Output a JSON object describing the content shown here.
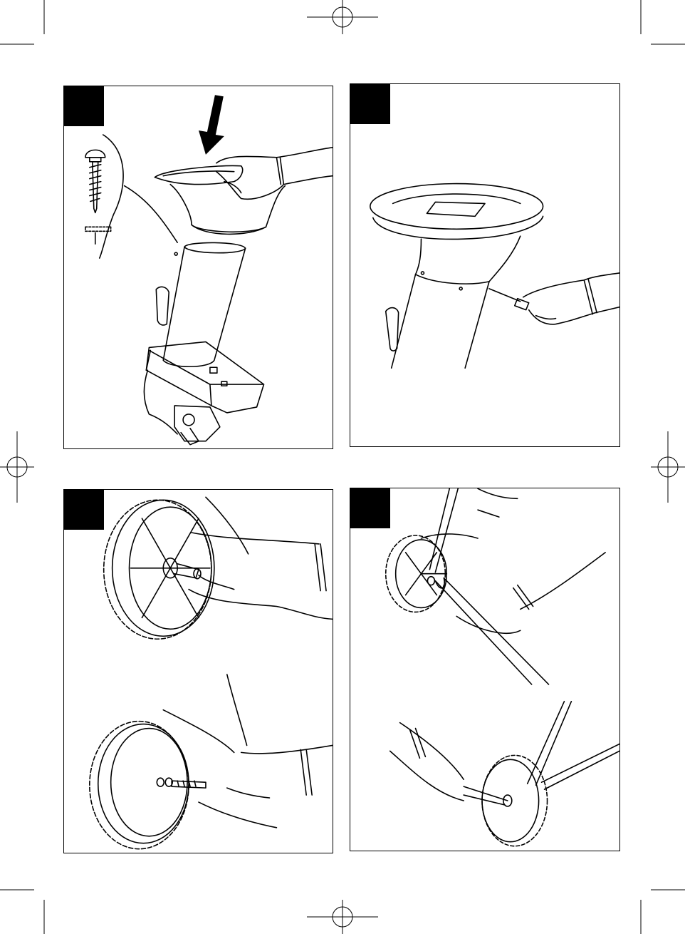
{
  "panels": [
    {
      "id": "p1",
      "step_label": ""
    },
    {
      "id": "p2",
      "step_label": ""
    },
    {
      "id": "p3",
      "step_label": ""
    },
    {
      "id": "p4",
      "step_label": ""
    }
  ],
  "colors": {
    "ink": "#000000",
    "paper": "#ffffff"
  },
  "icons": [
    "registration-mark-icon",
    "crop-mark-icon",
    "down-arrow-icon",
    "screw-icon",
    "screwdriver-icon",
    "wheel-icon",
    "hand-icon"
  ]
}
